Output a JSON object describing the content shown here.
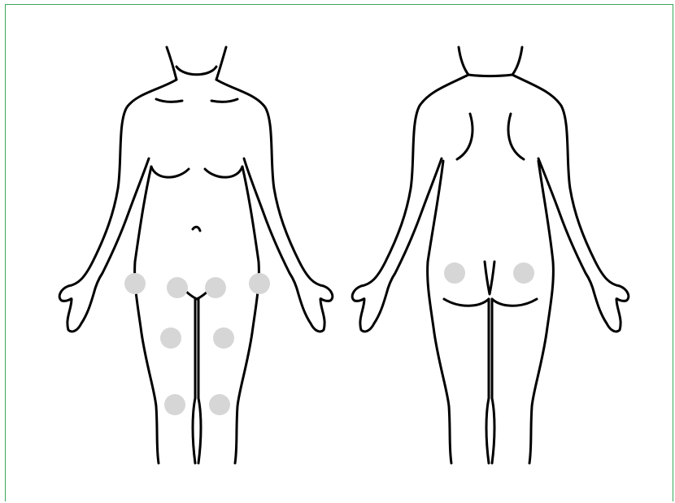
{
  "colors": {
    "frame_border": "#3aa65a",
    "outline": "#000000",
    "injection_site": "#d6d6d6",
    "background": "#ffffff"
  },
  "figures": {
    "front": {
      "name": "front-view"
    },
    "back": {
      "name": "back-view"
    }
  },
  "sites": {
    "front": [
      {
        "id": "left-lateral-thigh-upper"
      },
      {
        "id": "left-inner-thigh-upper"
      },
      {
        "id": "right-inner-thigh-upper"
      },
      {
        "id": "right-lateral-thigh-upper"
      },
      {
        "id": "left-mid-thigh"
      },
      {
        "id": "right-mid-thigh"
      },
      {
        "id": "left-lower-thigh"
      },
      {
        "id": "right-lower-thigh"
      }
    ],
    "back": [
      {
        "id": "left-buttock"
      },
      {
        "id": "right-buttock"
      }
    ]
  }
}
